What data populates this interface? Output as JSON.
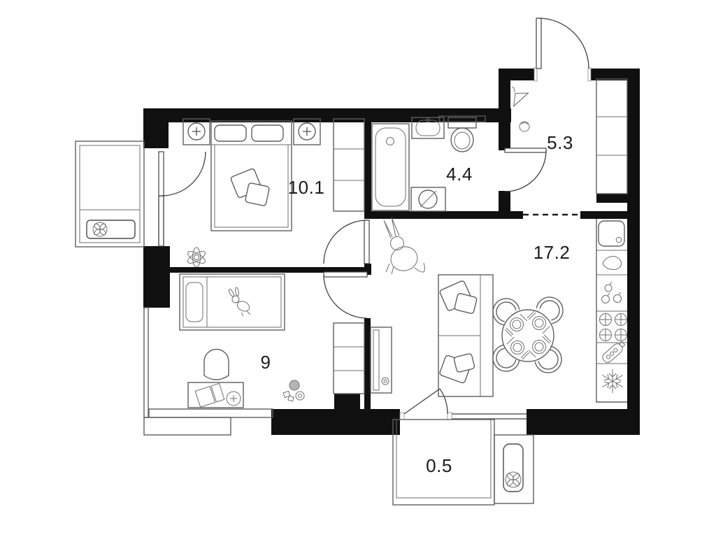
{
  "palette": {
    "background": "#ffffff",
    "wall": "#101010",
    "furniture_line": "#5f5f5f",
    "label": "#1c1c1c"
  },
  "rooms": [
    {
      "id": "bedroom",
      "area_label": "10.1"
    },
    {
      "id": "bathroom",
      "area_label": "4.4"
    },
    {
      "id": "hallway",
      "area_label": "5.3"
    },
    {
      "id": "living-kitchen",
      "area_label": "17.2"
    },
    {
      "id": "kids-room",
      "area_label": "9"
    },
    {
      "id": "balcony",
      "area_label": "0.5"
    }
  ],
  "icons": [
    "fan-icon",
    "table-lamp-icon",
    "clothes-hanger-icon",
    "decor-ball-icon",
    "washing-machine-icon",
    "washbasin-icon",
    "toilet-icon",
    "bathtub-icon",
    "kitchen-sink-icon",
    "cutting-board-icon",
    "produce-icon",
    "stove-burner-icon",
    "bottle-icon",
    "snowflake-icon",
    "pet-icon",
    "plant-icon",
    "toy-bunny-icon",
    "laptop-icon",
    "ball-icon",
    "ring-icon",
    "blocks-icon",
    "tv-icon"
  ]
}
